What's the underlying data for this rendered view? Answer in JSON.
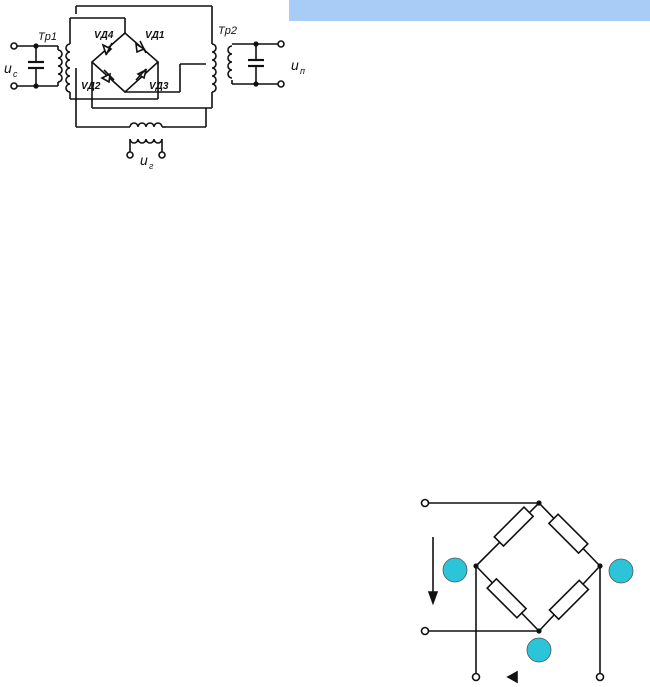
{
  "colors": {
    "header_bar": "#a8ccf5",
    "ink": "#111111",
    "node_fill": "#2cc4d8"
  },
  "modulator": {
    "transformer_left": "Tp1",
    "transformer_right": "Tp2",
    "diodes": [
      "VД4",
      "VД1",
      "VД2",
      "VД3"
    ],
    "signal_label": "u",
    "signal_sub": "c",
    "output_label": "u",
    "output_sub": "п",
    "carrier_label": "u",
    "carrier_sub": "г"
  },
  "bridge": {
    "node_count": 3
  }
}
